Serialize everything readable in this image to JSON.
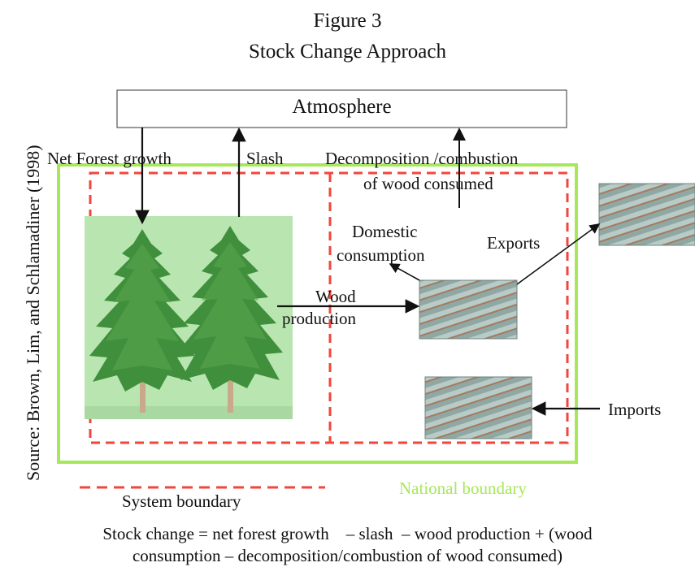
{
  "figure": {
    "number": "Figure 3",
    "title": "Stock Change Approach"
  },
  "source": "Source: Brown, Lim, and    Schlamadiner    (1998)",
  "atmosphere": "Atmosphere",
  "flows": {
    "net_forest_growth": "Net Forest growth",
    "slash": "Slash",
    "decomposition_line1": "Decomposition /combustion",
    "decomposition_line2": "of wood consumed",
    "domestic_line1": "Domestic",
    "domestic_line2": "consumption",
    "exports": "Exports",
    "wood_line1": "Wood",
    "wood_line2": "production",
    "imports": "Imports"
  },
  "legend": {
    "system_boundary": "System boundary",
    "national_boundary": "National boundary"
  },
  "equation": {
    "line1": "Stock change = net forest growth    – slash  – wood production + (wood",
    "line2": "consumption  – decomposition/combustion of wood consumed)"
  },
  "colors": {
    "system_boundary": "#f0463c",
    "national_boundary": "#a6e85a",
    "forest_bg": "#b9e6b0",
    "tree_foliage": "#3f8f3c",
    "trunk": "#c9a98a",
    "logs": "#7f9c97"
  }
}
